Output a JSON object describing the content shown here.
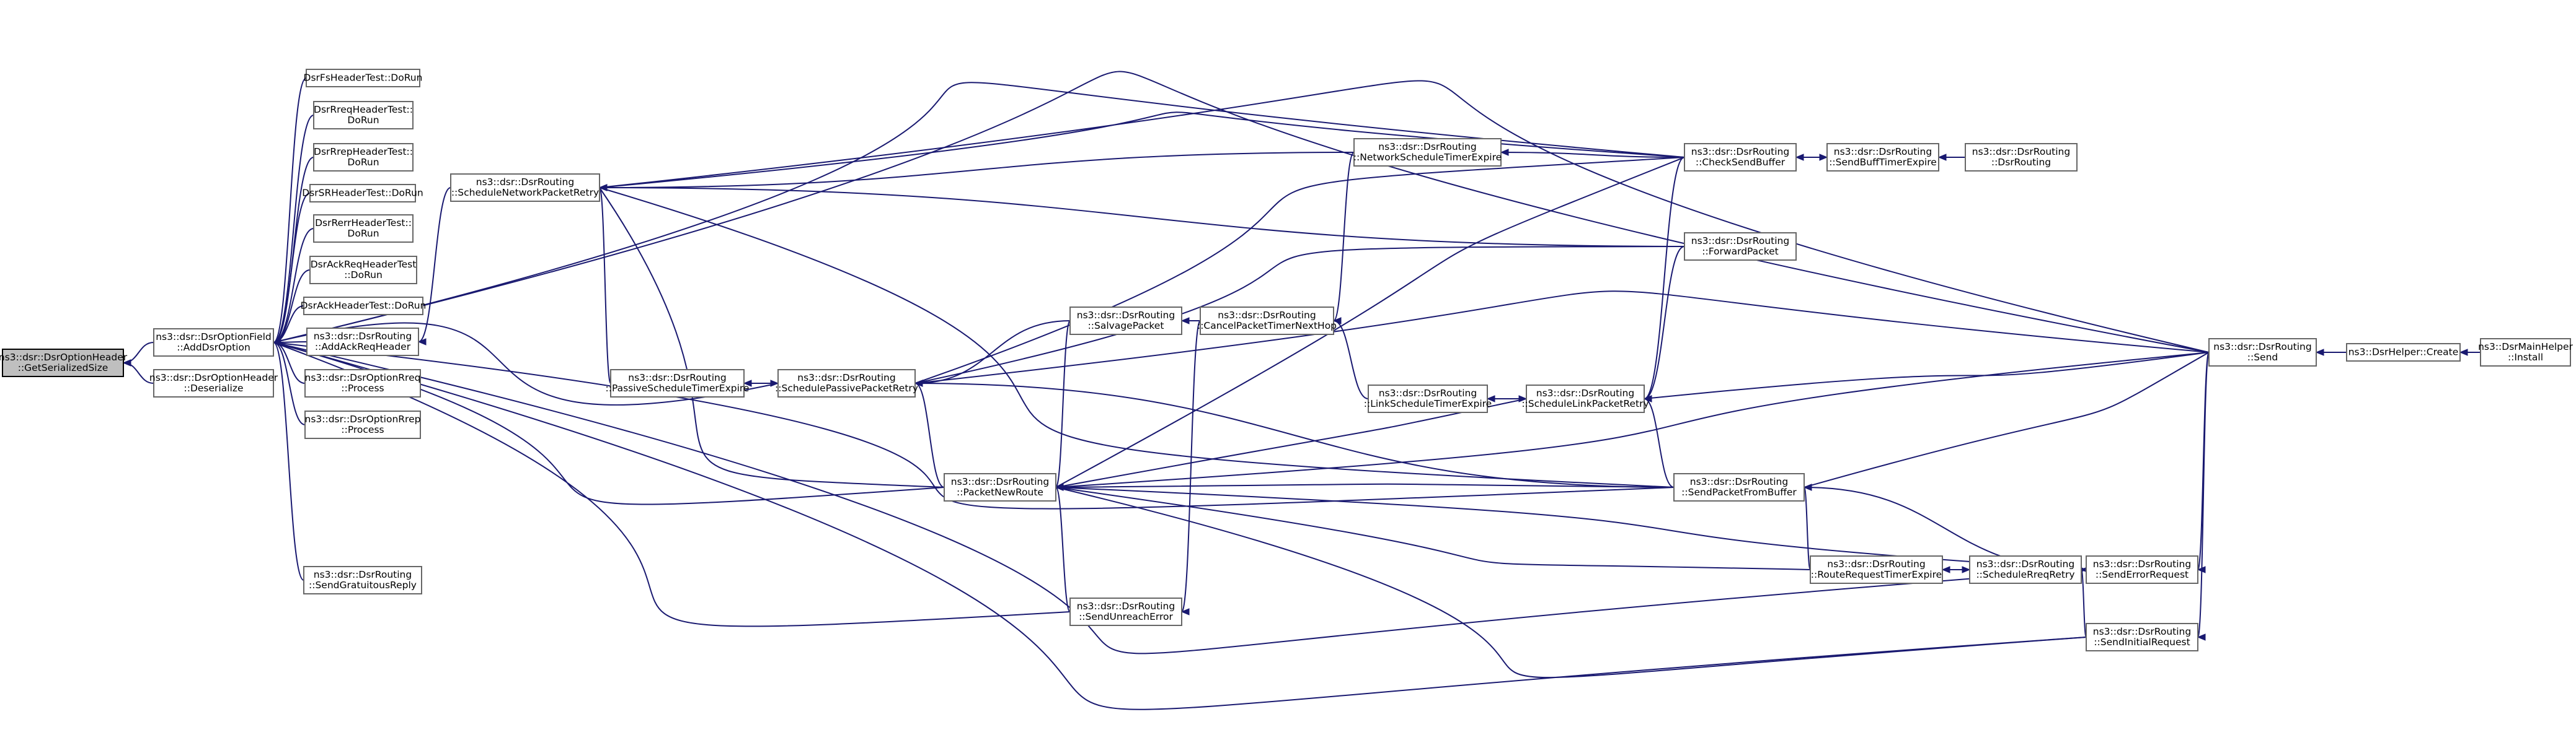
{
  "graph": {
    "nodes": [
      {
        "id": "n0",
        "lines": [
          "ns3::dsr::DsrOptionHeader",
          "::GetSerializedSize"
        ],
        "root": true
      },
      {
        "id": "n1",
        "lines": [
          "ns3::dsr::DsrOptionField",
          "::AddDsrOption"
        ]
      },
      {
        "id": "n2",
        "lines": [
          "ns3::dsr::DsrOptionHeader",
          "::Deserialize"
        ]
      },
      {
        "id": "n3",
        "lines": [
          "DsrFsHeaderTest::DoRun"
        ]
      },
      {
        "id": "n4",
        "lines": [
          "DsrRreqHeaderTest::",
          "DoRun"
        ]
      },
      {
        "id": "n5",
        "lines": [
          "DsrRrepHeaderTest::",
          "DoRun"
        ]
      },
      {
        "id": "n6",
        "lines": [
          "DsrSRHeaderTest::DoRun"
        ]
      },
      {
        "id": "n7",
        "lines": [
          "DsrRerrHeaderTest::",
          "DoRun"
        ]
      },
      {
        "id": "n8",
        "lines": [
          "DsrAckReqHeaderTest",
          "::DoRun"
        ]
      },
      {
        "id": "n9",
        "lines": [
          "DsrAckHeaderTest::DoRun"
        ]
      },
      {
        "id": "n10",
        "lines": [
          "ns3::dsr::DsrRouting",
          "::AddAckReqHeader"
        ]
      },
      {
        "id": "n11",
        "lines": [
          "ns3::dsr::DsrOptionRreq",
          "::Process"
        ]
      },
      {
        "id": "n12",
        "lines": [
          "ns3::dsr::DsrOptionRrep",
          "::Process"
        ]
      },
      {
        "id": "n13",
        "lines": [
          "ns3::dsr::DsrRouting",
          "::SendGratuitousReply"
        ]
      },
      {
        "id": "n14",
        "lines": [
          "ns3::dsr::DsrRouting",
          "::ScheduleNetworkPacketRetry"
        ]
      },
      {
        "id": "n15",
        "lines": [
          "ns3::dsr::DsrRouting",
          "::PassiveScheduleTimerExpire"
        ]
      },
      {
        "id": "n16",
        "lines": [
          "ns3::dsr::DsrRouting",
          "::SchedulePassivePacketRetry"
        ]
      },
      {
        "id": "n17",
        "lines": [
          "ns3::dsr::DsrRouting",
          "::PacketNewRoute"
        ]
      },
      {
        "id": "n18",
        "lines": [
          "ns3::dsr::DsrRouting",
          "::SalvagePacket"
        ]
      },
      {
        "id": "n19",
        "lines": [
          "ns3::dsr::DsrRouting",
          "::SendUnreachError"
        ]
      },
      {
        "id": "n20",
        "lines": [
          "ns3::dsr::DsrRouting",
          "::CancelPacketTimerNextHop"
        ]
      },
      {
        "id": "n21",
        "lines": [
          "ns3::dsr::DsrRouting",
          "::NetworkScheduleTimerExpire"
        ]
      },
      {
        "id": "n22",
        "lines": [
          "ns3::dsr::DsrRouting",
          "::LinkScheduleTimerExpire"
        ]
      },
      {
        "id": "n23",
        "lines": [
          "ns3::dsr::DsrRouting",
          "::ScheduleLinkPacketRetry"
        ]
      },
      {
        "id": "n24",
        "lines": [
          "ns3::dsr::DsrRouting",
          "::CheckSendBuffer"
        ]
      },
      {
        "id": "n25",
        "lines": [
          "ns3::dsr::DsrRouting",
          "::ForwardPacket"
        ]
      },
      {
        "id": "n26",
        "lines": [
          "ns3::dsr::DsrRouting",
          "::SendPacketFromBuffer"
        ]
      },
      {
        "id": "n27",
        "lines": [
          "ns3::dsr::DsrRouting",
          "::RouteRequestTimerExpire"
        ]
      },
      {
        "id": "n28",
        "lines": [
          "ns3::dsr::DsrRouting",
          "::SendBuffTimerExpire"
        ]
      },
      {
        "id": "n29",
        "lines": [
          "ns3::dsr::DsrRouting",
          "::DsrRouting"
        ]
      },
      {
        "id": "n30",
        "lines": [
          "ns3::dsr::DsrRouting",
          "::ScheduleRreqRetry"
        ]
      },
      {
        "id": "n31",
        "lines": [
          "ns3::dsr::DsrRouting",
          "::SendErrorRequest"
        ]
      },
      {
        "id": "n32",
        "lines": [
          "ns3::dsr::DsrRouting",
          "::SendInitialRequest"
        ]
      },
      {
        "id": "n33",
        "lines": [
          "ns3::dsr::DsrRouting",
          "::Send"
        ]
      },
      {
        "id": "n34",
        "lines": [
          "ns3::DsrHelper::Create"
        ]
      },
      {
        "id": "n35",
        "lines": [
          "ns3::DsrMainHelper",
          "::Install"
        ]
      }
    ],
    "edges": [
      [
        "n1",
        "n0"
      ],
      [
        "n2",
        "n0"
      ],
      [
        "n3",
        "n1"
      ],
      [
        "n4",
        "n1"
      ],
      [
        "n5",
        "n1"
      ],
      [
        "n6",
        "n1"
      ],
      [
        "n7",
        "n1"
      ],
      [
        "n8",
        "n1"
      ],
      [
        "n9",
        "n1"
      ],
      [
        "n10",
        "n1"
      ],
      [
        "n11",
        "n1"
      ],
      [
        "n12",
        "n1"
      ],
      [
        "n13",
        "n1"
      ],
      [
        "n16",
        "n1"
      ],
      [
        "n17",
        "n1"
      ],
      [
        "n19",
        "n1"
      ],
      [
        "n24",
        "n1"
      ],
      [
        "n26",
        "n1"
      ],
      [
        "n31",
        "n1"
      ],
      [
        "n32",
        "n1"
      ],
      [
        "n33",
        "n1"
      ],
      [
        "n14",
        "n10"
      ],
      [
        "n15",
        "n14"
      ],
      [
        "n17",
        "n14"
      ],
      [
        "n21",
        "n14"
      ],
      [
        "n24",
        "n14"
      ],
      [
        "n25",
        "n14"
      ],
      [
        "n26",
        "n14"
      ],
      [
        "n33",
        "n14"
      ],
      [
        "n16",
        "n15"
      ],
      [
        "n15",
        "n16"
      ],
      [
        "n17",
        "n16"
      ],
      [
        "n18",
        "n16"
      ],
      [
        "n24",
        "n16"
      ],
      [
        "n25",
        "n16"
      ],
      [
        "n26",
        "n16"
      ],
      [
        "n33",
        "n16"
      ],
      [
        "n18",
        "n17"
      ],
      [
        "n19",
        "n17"
      ],
      [
        "n23",
        "n17"
      ],
      [
        "n24",
        "n17"
      ],
      [
        "n26",
        "n17"
      ],
      [
        "n27",
        "n17"
      ],
      [
        "n31",
        "n17"
      ],
      [
        "n32",
        "n17"
      ],
      [
        "n33",
        "n17"
      ],
      [
        "n20",
        "n18"
      ],
      [
        "n20",
        "n19"
      ],
      [
        "n21",
        "n20"
      ],
      [
        "n22",
        "n20"
      ],
      [
        "n24",
        "n21"
      ],
      [
        "n23",
        "n22"
      ],
      [
        "n22",
        "n23"
      ],
      [
        "n24",
        "n23"
      ],
      [
        "n25",
        "n23"
      ],
      [
        "n26",
        "n23"
      ],
      [
        "n33",
        "n23"
      ],
      [
        "n28",
        "n24"
      ],
      [
        "n24",
        "n28"
      ],
      [
        "n29",
        "n28"
      ],
      [
        "n27",
        "n26"
      ],
      [
        "n31",
        "n26"
      ],
      [
        "n33",
        "n26"
      ],
      [
        "n30",
        "n27"
      ],
      [
        "n27",
        "n30"
      ],
      [
        "n31",
        "n30"
      ],
      [
        "n32",
        "n30"
      ],
      [
        "n30",
        "n31"
      ],
      [
        "n33",
        "n31"
      ],
      [
        "n33",
        "n32"
      ],
      [
        "n34",
        "n33"
      ],
      [
        "n35",
        "n34"
      ]
    ]
  }
}
